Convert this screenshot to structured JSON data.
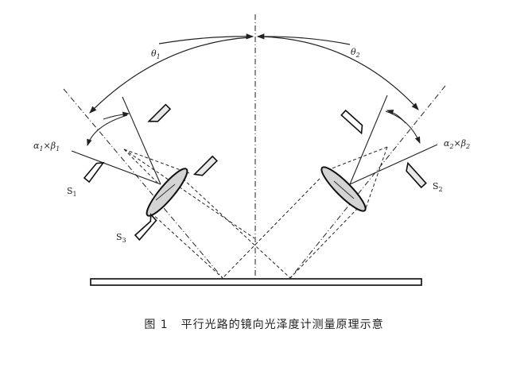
{
  "diagram": {
    "labels": {
      "theta1": "θ",
      "theta1_sub": "1",
      "theta2": "θ",
      "theta2_sub": "2",
      "alpha1": "α",
      "alpha1_sub": "1",
      "times1": "×",
      "beta1": "β",
      "beta1_sub": "1",
      "alpha2": "α",
      "alpha2_sub": "2",
      "times2": "×",
      "beta2": "β",
      "beta2_sub": "2",
      "s1": "S",
      "s1_sub": "1",
      "s2": "S",
      "s2_sub": "2",
      "s3": "S",
      "s3_sub": "3"
    },
    "colors": {
      "line": "#222222",
      "lens_fill": "#cfcfcf",
      "background": "#ffffff"
    }
  },
  "caption": {
    "figure_number": "图 1",
    "text": "平行光路的镜向光泽度计测量原理示意"
  }
}
